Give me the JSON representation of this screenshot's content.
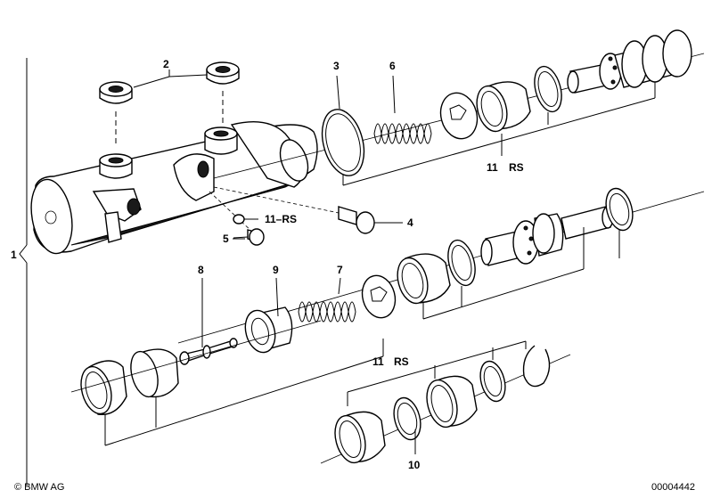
{
  "labels": {
    "p1": "1",
    "p2": "2",
    "p3": "3",
    "p4": "4",
    "p5": "5",
    "p6": "6",
    "p7": "7",
    "p8": "8",
    "p9": "9",
    "p10": "10",
    "p11_upper_num": "11",
    "p11_upper_rs": "RS",
    "p11_mid": "11–RS",
    "p11_lower_num": "11",
    "p11_lower_rs": "RS"
  },
  "footer": {
    "copyright": "© BMW AG",
    "drawing_number": "00004442"
  }
}
